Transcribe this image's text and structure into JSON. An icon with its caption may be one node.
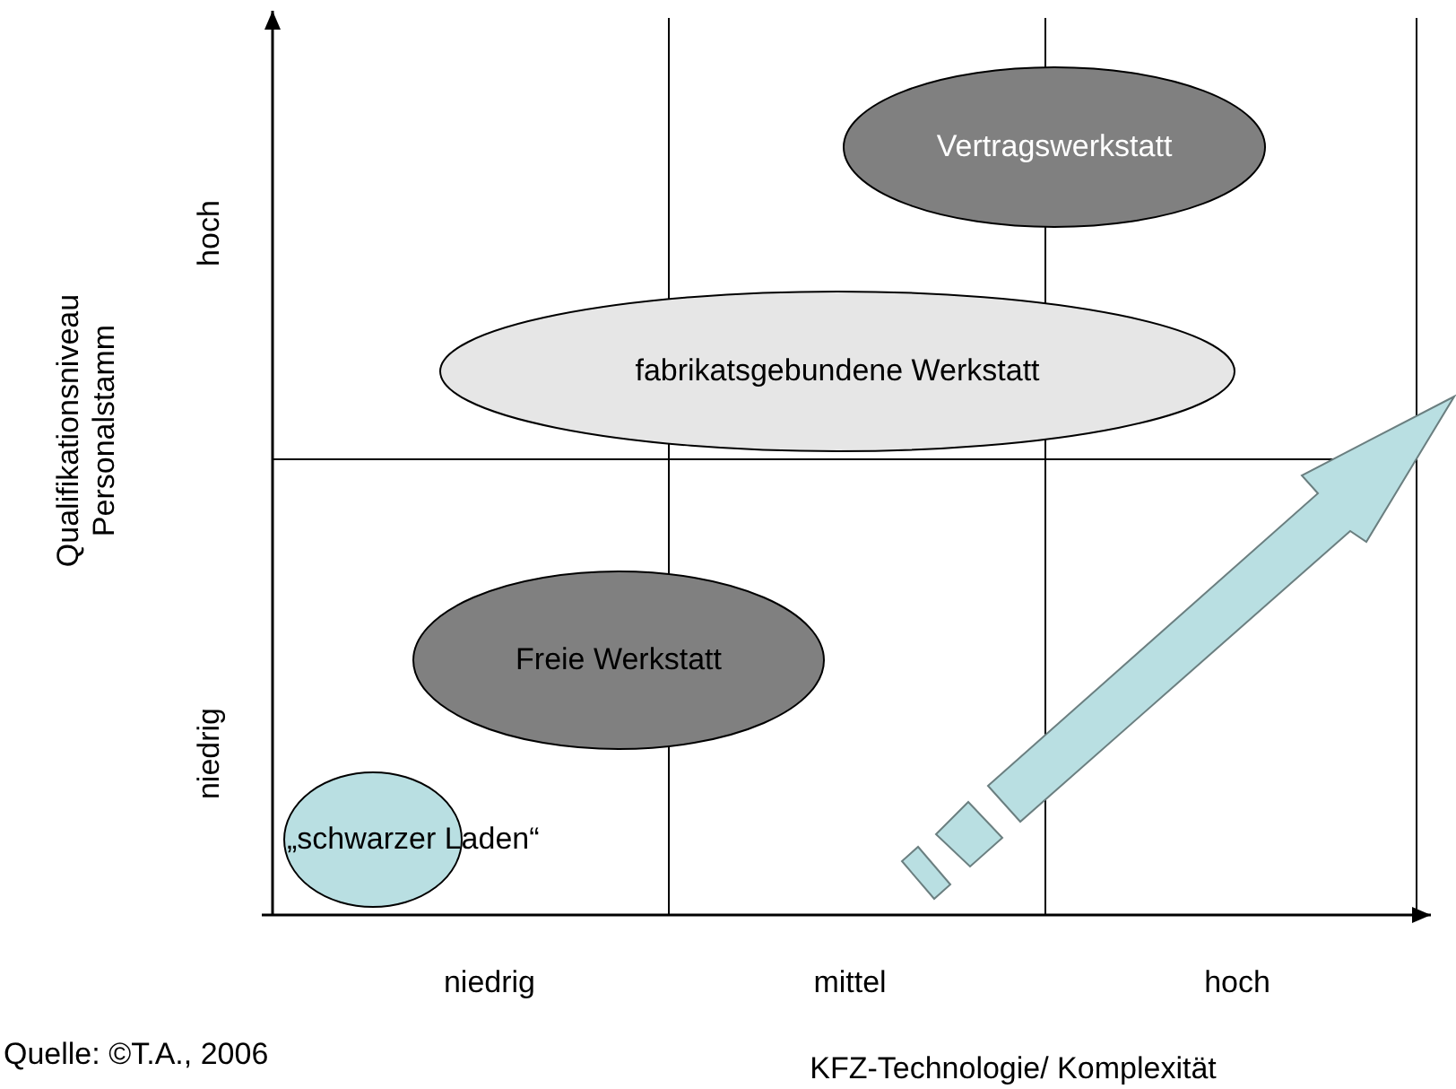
{
  "diagram": {
    "nodes": [
      {
        "text": [
          "Vertragswerkstatt"
        ]
      },
      {
        "text": [
          "fabrikatsgebundene Werkstatt"
        ]
      },
      {
        "text": [
          "Freie Werkstatt"
        ]
      },
      {
        "text": [
          "„schwarzer Laden“"
        ]
      }
    ],
    "edges": [],
    "labels": [
      "Qualifikationsniveau Personalstamm",
      "hoch",
      "niedrig",
      "niedrig",
      "mittel",
      "hoch",
      "Quelle: ©T.A., 2006",
      "KFZ-Technologie/ Komplexität"
    ]
  }
}
